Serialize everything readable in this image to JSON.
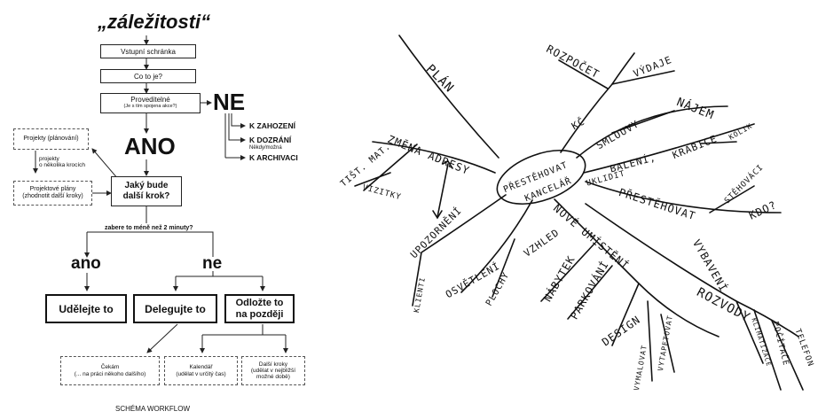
{
  "workflow": {
    "title": "„záležitosti“",
    "inbox": "Vstupní schránka",
    "what": "Co to je?",
    "actionable": "Proveditelné",
    "actionable_sub": "(Je s tím spojena akce?)",
    "no_big": "NE",
    "no_items": [
      "K ZAHOZENÍ",
      "K DOZRÁNÍ",
      "Někdy/možná",
      "K ARCHIVACI"
    ],
    "yes_big": "ANO",
    "projects_planning": "Projekty (plánování)",
    "projects_multi": "projekty\no několika krocích",
    "project_plans": "Projektové plány\n(zhodnotit další kroky)",
    "next_step": "Jaký bude\ndalší krok?",
    "two_minutes": "zabere to méně než 2 minuty?",
    "yes_small": "ano",
    "no_small": "ne",
    "do_it": "Udělejte to",
    "delegate": "Delegujte to",
    "defer": "Odložte to\nna později",
    "waiting": "Čekám\n(... na práci někoho dalšího)",
    "calendar": "Kalendář\n(udělat v určitý čas)",
    "next_actions": "Další kroky\n(udělat v nejbližší\nmožné době)",
    "caption": "SCHÉMA WORKFLOW"
  },
  "mindmap": {
    "center": [
      "PŘESTĚHOVAT",
      "KANCELÁŘ"
    ],
    "words": {
      "plan": "PLÁN",
      "rozpocet": "ROZPOČET",
      "vydaje": "VÝDAJE",
      "kc": "KČ",
      "smlouvy": "SMLOUVY",
      "najem": "NÁJEM",
      "kolik": "KOLIK",
      "baleni": "BALENÍ,",
      "krabice": "KRABICE",
      "zmena_adresy": "ZMĚNA ADRESY",
      "tist_mat": "TIŠT. MAT.",
      "vizitky": "VIZITKY",
      "uklidit": "UKLIDIT",
      "prestehovat": "PŘESTĚHOVAT",
      "stehovaci": "STĚHOVÁCI",
      "kdo": "KDO?",
      "upozorneni": "UPOZORNĚNÍ",
      "klienti": "KLIENTI",
      "osvetleni": "OSVĚTLENÍ",
      "vzhled": "VZHLED",
      "plochy": "PLOCHY",
      "nove_umisteni": "NOVÉ UMÍSTĚNÍ",
      "nabytek": "NÁBYTEK",
      "parkovani": "PARKOVÁNÍ",
      "vybaveni": "VYBAVENÍ",
      "design": "DESIGN",
      "rozvody": "ROZVODY",
      "vymalovat": "VYMALOVAT",
      "vytapetovat": "VYTAPETOVAT",
      "klimatizace": "KLIMATIZACE",
      "pocitace": "POČÍTAČE",
      "telefon": "TELEFON"
    }
  }
}
